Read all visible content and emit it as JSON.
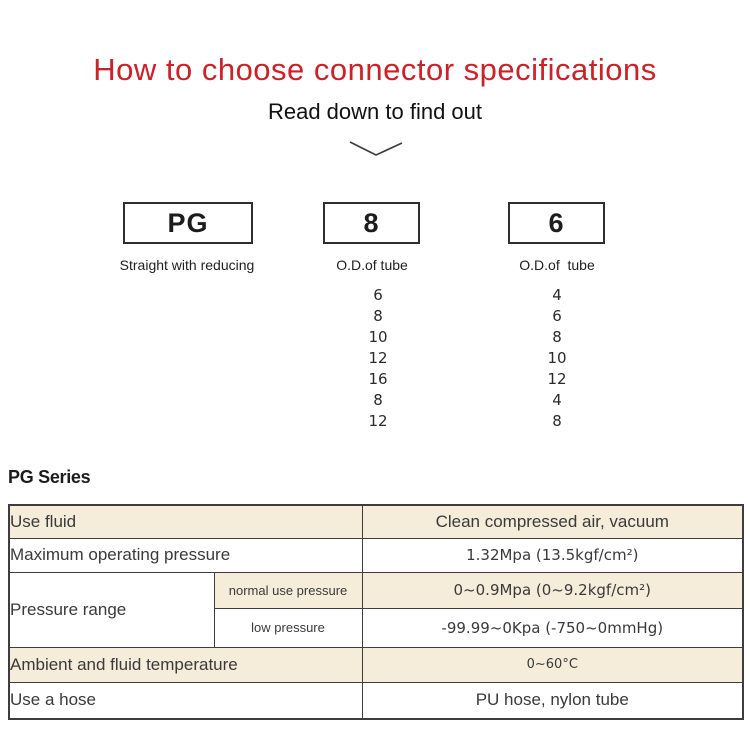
{
  "header": {
    "title": "How to choose connector specifications",
    "subtitle": "Read down to find out"
  },
  "icons": {
    "chevron_down": "chevron-down-icon"
  },
  "selector": {
    "columns": [
      {
        "code": "PG",
        "caption": "Straight with reducing",
        "options": []
      },
      {
        "code": "8",
        "caption": "O.D.of tube",
        "options": [
          "6",
          "8",
          "10",
          "12",
          "16",
          "8",
          "12"
        ]
      },
      {
        "code": "6",
        "caption": "O.D.of  tube",
        "options": [
          "4",
          "6",
          "8",
          "10",
          "12",
          "4",
          "8"
        ]
      }
    ]
  },
  "series": {
    "heading": "PG Series",
    "table": {
      "rows": [
        {
          "label": "Use fluid",
          "value": "Clean compressed air, vacuum",
          "shaded": true
        },
        {
          "label": "Maximum operating pressure",
          "value": "1.32Mpa  (13.5kgf/cm²)",
          "shaded": false
        },
        {
          "group_label": "Pressure range",
          "sub": [
            {
              "label": "normal use pressure",
              "value": "0~0.9Mpa  (0~9.2kgf/cm²)",
              "shaded": true
            },
            {
              "label": "low pressure",
              "value": "-99.99~0Kpa  (-750~0mmHg)",
              "shaded": false
            }
          ]
        },
        {
          "label": "Ambient and fluid temperature",
          "value": "0~60°C",
          "shaded": true
        },
        {
          "label": "Use a hose",
          "value": "PU hose, nylon tube",
          "shaded": false
        }
      ]
    }
  },
  "colors": {
    "title_red": "#ce2127",
    "table_shade_beige": "#f5ecda",
    "table_border": "#3d3d3d"
  }
}
